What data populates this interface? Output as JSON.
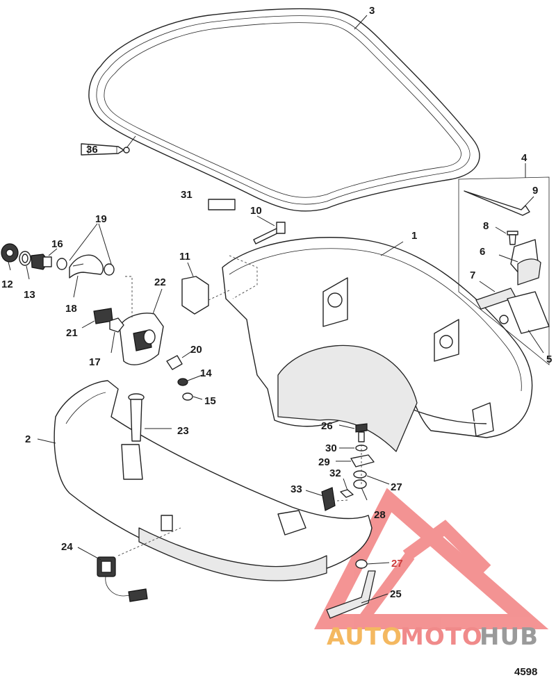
{
  "figure_number": "4598",
  "callouts": {
    "c1": "1",
    "c2": "2",
    "c3": "3",
    "c4": "4",
    "c5": "5",
    "c6": "6",
    "c7": "7",
    "c8": "8",
    "c9": "9",
    "c10": "10",
    "c11": "11",
    "c12": "12",
    "c13": "13",
    "c14": "14",
    "c15": "15",
    "c16": "16",
    "c17": "17",
    "c18": "18",
    "c19": "19",
    "c20": "20",
    "c21": "21",
    "c22": "22",
    "c23": "23",
    "c24": "24",
    "c25": "25",
    "c26": "26",
    "c27a": "27",
    "c27b": "27",
    "c28": "28",
    "c29": "29",
    "c30": "30",
    "c31": "31",
    "c32": "32",
    "c33": "33",
    "c36": "36"
  },
  "tube_label": "36",
  "watermark": {
    "part1": "AUTO",
    "part2": "MOTO",
    "part3": "HUB",
    "colors": {
      "auto": "#f4b860",
      "moto": "#f08a8a",
      "hub": "#9a9a9a",
      "logo": "#f07070"
    }
  }
}
